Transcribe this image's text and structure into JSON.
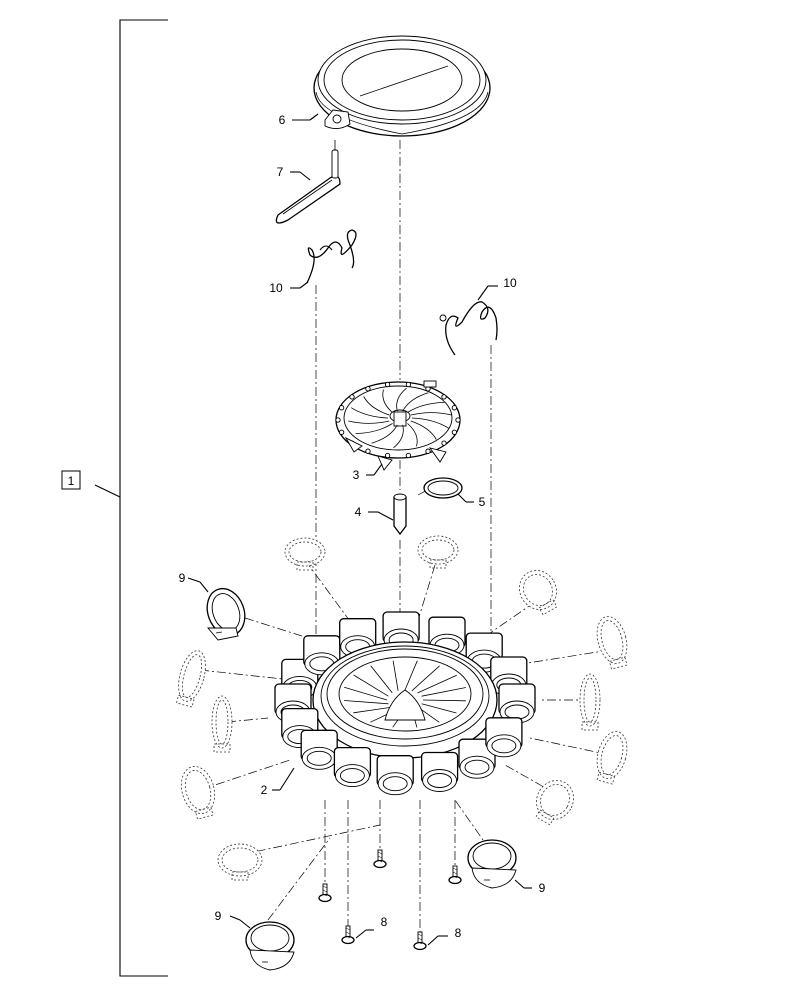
{
  "callouts": {
    "assembly": "1",
    "housing": "2",
    "impeller": "3",
    "shaft": "4",
    "o_ring": "5",
    "cover": "6",
    "latch": "7",
    "screw_a": "8",
    "screw_b": "8",
    "clamp_a": "9",
    "clamp_b": "9",
    "clamp_c": "9",
    "spring_a": "10",
    "spring_b": "10"
  }
}
